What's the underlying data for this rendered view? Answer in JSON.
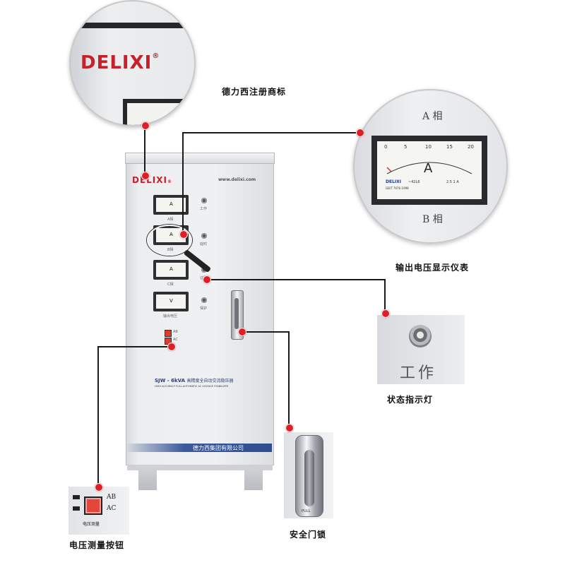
{
  "brand": {
    "name": "DELIXI",
    "registered": "®",
    "website": "www.delixi.com"
  },
  "callouts": {
    "trademark": "德力西注册商标",
    "meter": "输出电压显示仪表",
    "indicator": "状态指示灯",
    "lock": "安全门锁",
    "button": "电压测量按钮"
  },
  "meter_detail": {
    "top_label": "A 相",
    "bottom_label": "B 相",
    "unit": "A",
    "scale": [
      "0",
      "5",
      "10",
      "15",
      "20"
    ],
    "maker": "DELIXI",
    "model": "~42L6",
    "class": "2.5 1 A",
    "std": "GB/T 7676-1998"
  },
  "indicator_detail": {
    "label": "工作"
  },
  "button_detail": {
    "ab": "AB",
    "ac": "AC",
    "caption": "电压测量"
  },
  "cabinet": {
    "meters": [
      {
        "unit": "A",
        "label": "A相"
      },
      {
        "unit": "A",
        "label": "B相"
      },
      {
        "unit": "A",
        "label": "C相"
      },
      {
        "unit": "V",
        "label": "输出电压"
      }
    ],
    "lamps": [
      "工作",
      "延时",
      "过压",
      "保护"
    ],
    "button_ab": "AB",
    "button_ac": "AC",
    "model": "SJW - 6kVA",
    "model_cn": "高精度全自动交流稳压器",
    "model_en": "HIGH ACCURACY FULL-AUTOMATIC AC VOLTAGE STABILIZER",
    "company": "德力西集团有限公司"
  },
  "lock_detail": {
    "label": "PULL"
  },
  "colors": {
    "accent": "#e01e26",
    "brand": "#c8202a",
    "cabinet": "#e6e7e9",
    "stripe": "#3a5a9c"
  }
}
